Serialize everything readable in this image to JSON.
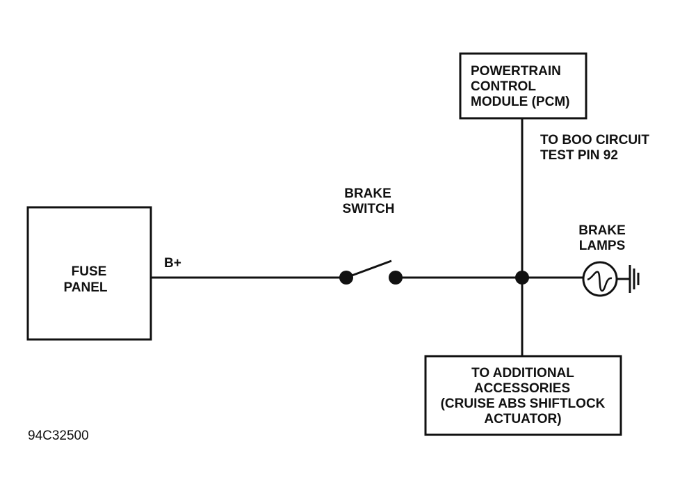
{
  "labels": {
    "fuse_panel": [
      "FUSE",
      "PANEL"
    ],
    "b_plus": "B+",
    "brake_switch": [
      "BRAKE",
      "SWITCH"
    ],
    "pcm": [
      "POWERTRAIN",
      "CONTROL",
      "MODULE (PCM)"
    ],
    "boo_circuit": [
      "TO BOO CIRCUIT",
      "TEST PIN 92"
    ],
    "brake_lamps": [
      "BRAKE",
      "LAMPS"
    ],
    "accessories": [
      "TO ADDITIONAL",
      "ACCESSORIES",
      "(CRUISE ABS SHIFTLOCK",
      "ACTUATOR)"
    ],
    "figure_id": "94C32500"
  },
  "colors": {
    "line": "#111111",
    "background": "#ffffff"
  }
}
